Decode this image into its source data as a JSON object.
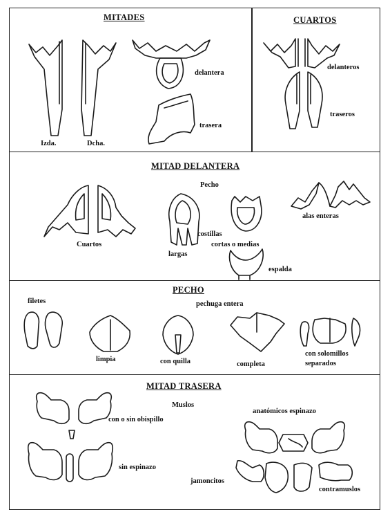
{
  "sections": {
    "mitades": {
      "title": "MITADES",
      "labels": {
        "izda": "Izda.",
        "dcha": "Dcha.",
        "delantera": "delantera",
        "trasera": "trasera"
      }
    },
    "cuartos": {
      "title": "CUARTOS",
      "labels": {
        "delanteros": "delanteros",
        "traseros": "traseros"
      }
    },
    "mitad_delantera": {
      "title": "MITAD DELANTERA",
      "labels": {
        "pecho": "Pecho",
        "cuartos": "Cuartos",
        "costillas": "costillas",
        "cortas_medias": "cortas o medias",
        "largas": "largas",
        "alas_enteras": "alas enteras",
        "espalda": "espalda"
      }
    },
    "pecho": {
      "title": "PECHO",
      "labels": {
        "filetes": "filetes",
        "pechuga_entera": "pechuga entera",
        "limpia": "limpia",
        "con_quilla": "con quilla",
        "completa": "completa",
        "con_solomillos": "con solomillos",
        "separados": "separados"
      }
    },
    "mitad_trasera": {
      "title": "MITAD TRASERA",
      "labels": {
        "muslos": "Muslos",
        "con_sin_obispillo": "con o sin obispillo",
        "sin_espinazo": "sin espinazo",
        "anatomicos_espinazo": "anatómicos espinazo",
        "jamoncitos": "jamoncitos",
        "contramuslos": "contramuslos"
      }
    }
  }
}
